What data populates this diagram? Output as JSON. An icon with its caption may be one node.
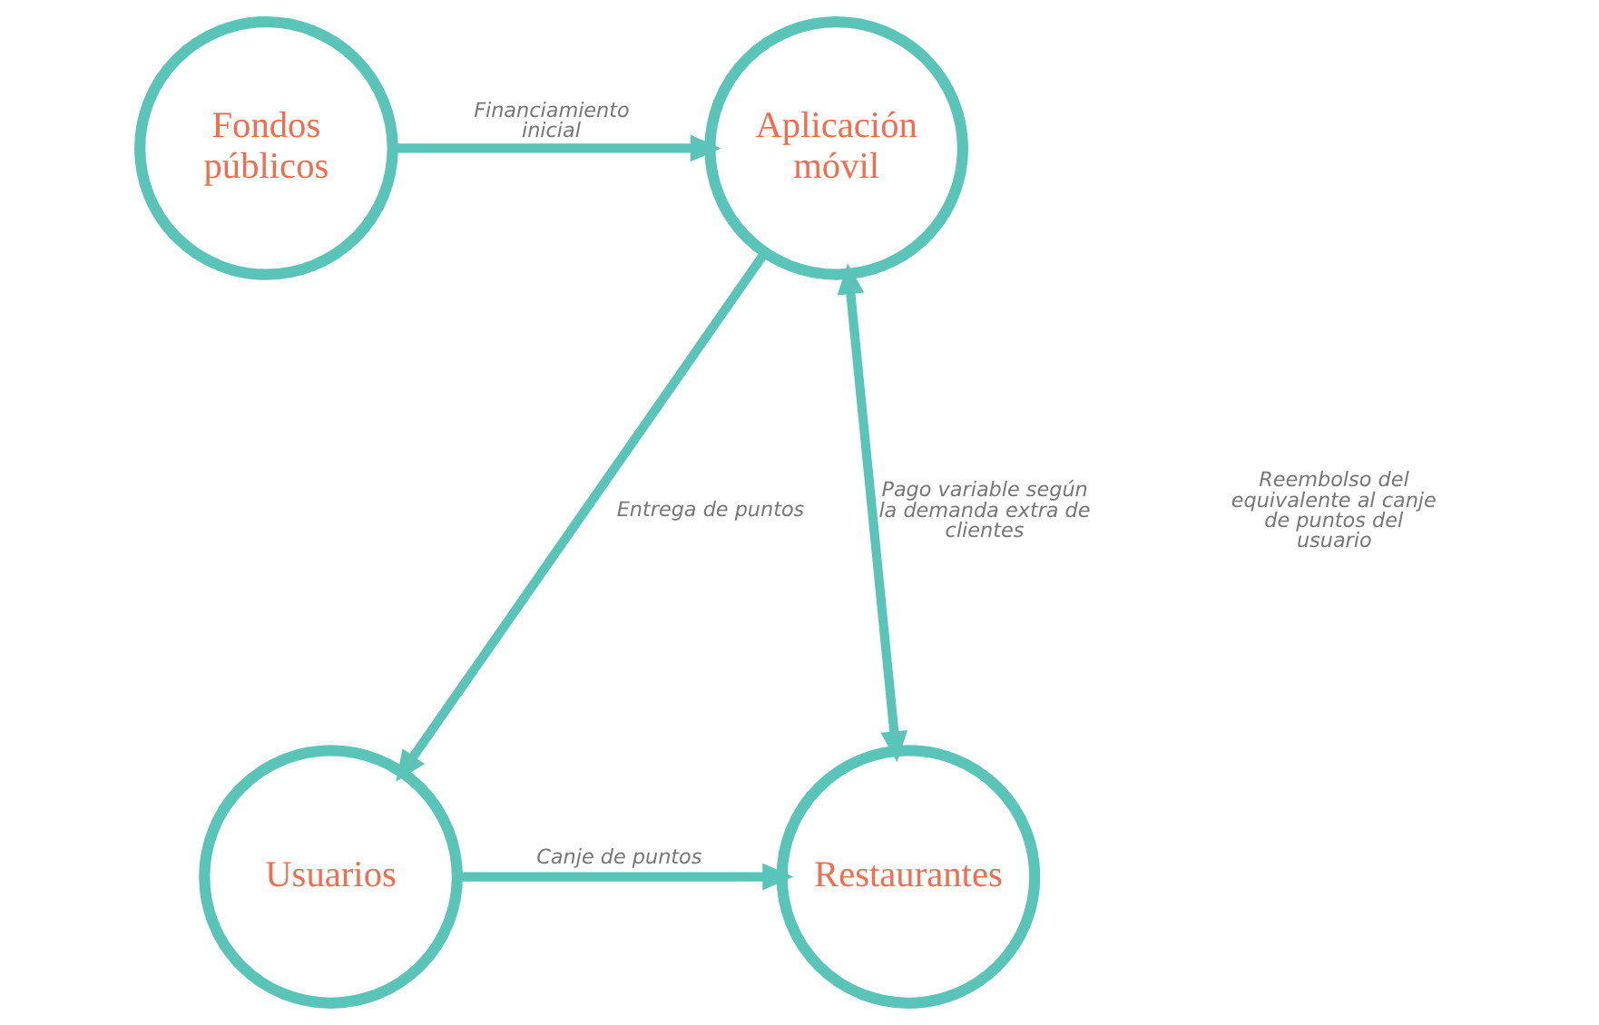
{
  "diagram": {
    "nodes": [
      {
        "text": [
          "Fondos públicos"
        ]
      },
      {
        "text": [
          "Aplicación móvil"
        ]
      },
      {
        "text": [
          "Usuarios"
        ]
      },
      {
        "text": [
          "Restaurantes"
        ]
      }
    ],
    "edges": [
      {
        "from": 0,
        "to": 1,
        "arrow": "to",
        "label": "Financiamiento inicial"
      },
      {
        "from": 1,
        "to": 2,
        "arrow": "to",
        "label": "Entrega de puntos"
      },
      {
        "from": 2,
        "to": 3,
        "arrow": "to",
        "label": "Canje de puntos"
      },
      {
        "from": 1,
        "to": 3,
        "arrow": "both",
        "label": "Pago variable según la demanda extra de clientes"
      }
    ],
    "labels": [
      "Reembolso del equivalente al canje de puntos del usuario"
    ]
  }
}
